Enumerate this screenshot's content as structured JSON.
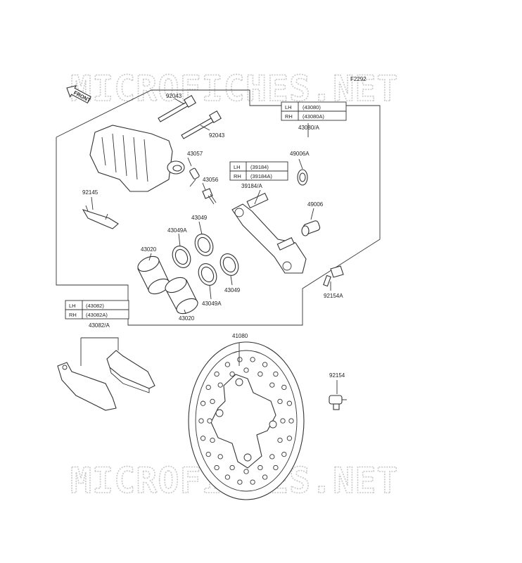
{
  "diagram": {
    "page_code": "F2292",
    "front_label": "FRONT",
    "watermark": "MICROFICHES.NET",
    "parts": [
      {
        "id": "p92043a",
        "label": "92043"
      },
      {
        "id": "p92043b",
        "label": "92043"
      },
      {
        "id": "p43057",
        "label": "43057"
      },
      {
        "id": "p43056",
        "label": "43056"
      },
      {
        "id": "p92145",
        "label": "92145"
      },
      {
        "id": "p49006A",
        "label": "49006A"
      },
      {
        "id": "p39184A",
        "label": "39184/A"
      },
      {
        "id": "p49006",
        "label": "49006"
      },
      {
        "id": "p43049a",
        "label": "43049"
      },
      {
        "id": "p43049Aa",
        "label": "43049A"
      },
      {
        "id": "p43020a",
        "label": "43020"
      },
      {
        "id": "p43049b",
        "label": "43049"
      },
      {
        "id": "p43049Ab",
        "label": "43049A"
      },
      {
        "id": "p43020b",
        "label": "43020"
      },
      {
        "id": "p43080A",
        "label": "43080/A"
      },
      {
        "id": "p92154A",
        "label": "92154A"
      },
      {
        "id": "p43082A",
        "label": "43082/A"
      },
      {
        "id": "p41080",
        "label": "41080"
      },
      {
        "id": "p92154",
        "label": "92154"
      }
    ],
    "side_tables": [
      {
        "id": "t43080",
        "rows": [
          {
            "side": "LH",
            "part": "(43080)"
          },
          {
            "side": "RH",
            "part": "(43080A)"
          }
        ]
      },
      {
        "id": "t39184",
        "rows": [
          {
            "side": "LH",
            "part": "(39184)"
          },
          {
            "side": "RH",
            "part": "(39184A)"
          }
        ]
      },
      {
        "id": "t43082",
        "rows": [
          {
            "side": "LH",
            "part": "(43082)"
          },
          {
            "side": "RH",
            "part": "(43082A)"
          }
        ]
      }
    ]
  }
}
